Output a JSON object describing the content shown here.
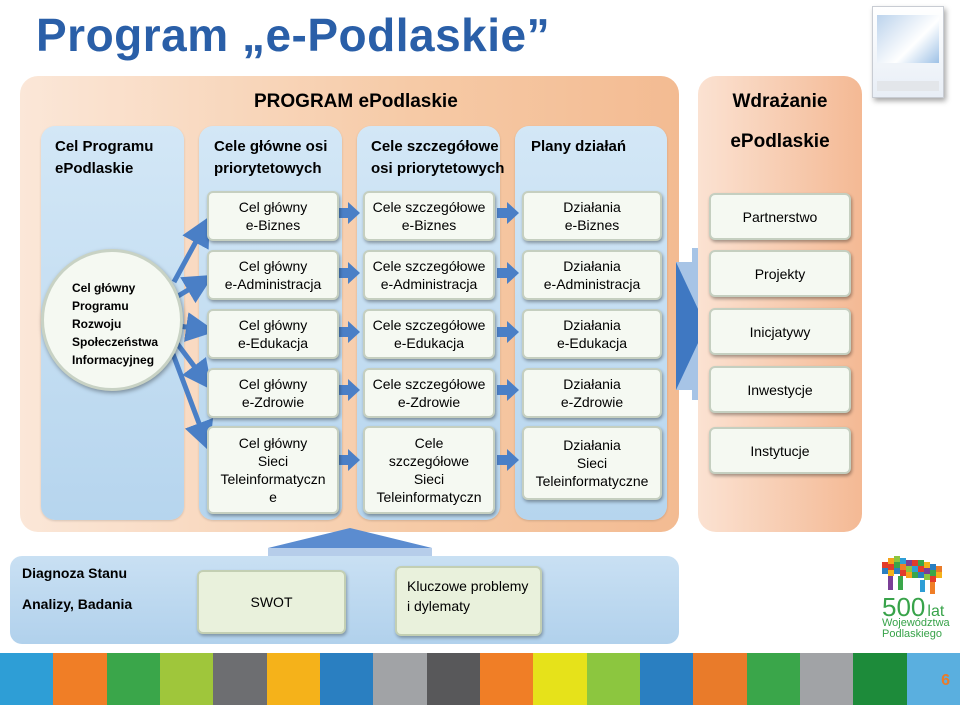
{
  "title": "Program „e-Podlaskie”",
  "program": {
    "header": "PROGRAM ePodlaskie",
    "col1_head": [
      "Cel Programu",
      "ePodlaskie"
    ],
    "col2_head": [
      "Cele główne osi",
      "priorytetowych"
    ],
    "col3_head": [
      "Cele szczegółowe",
      "osi priorytetowych"
    ],
    "col4_head": "Plany działań",
    "circle": [
      "Cel główny",
      "Programu",
      "Rozwoju",
      "Społeczeństwa",
      "Informacyjneg"
    ],
    "rows": [
      {
        "main": [
          "Cel główny",
          "e-Biznes"
        ],
        "detail": [
          "Cele szczegółowe",
          "e-Biznes"
        ],
        "action": [
          "Działania",
          "e-Biznes"
        ]
      },
      {
        "main": [
          "Cel główny",
          "e-Administracja"
        ],
        "detail": [
          "Cele szczegółowe",
          "e-Administracja"
        ],
        "action": [
          "Działania",
          "e-Administracja"
        ]
      },
      {
        "main": [
          "Cel główny",
          "e-Edukacja"
        ],
        "detail": [
          "Cele szczegółowe",
          "e-Edukacja"
        ],
        "action": [
          "Działania",
          "e-Edukacja"
        ]
      },
      {
        "main": [
          "Cel główny",
          "e-Zdrowie"
        ],
        "detail": [
          "Cele szczegółowe",
          "e-Zdrowie"
        ],
        "action": [
          "Działania",
          "e-Zdrowie"
        ]
      },
      {
        "main": [
          "Cel główny",
          "Sieci",
          "Teleinformatyczn",
          "e"
        ],
        "detail": [
          "Cele",
          "szczegółowe",
          "Sieci",
          "Teleinformatyczn"
        ],
        "action": [
          "Działania",
          "Sieci",
          "Teleinformatyczne"
        ]
      }
    ]
  },
  "implementation": {
    "head": [
      "Wdrażanie",
      "ePodlaskie"
    ],
    "items": [
      "Partnerstwo",
      "Projekty",
      "Inicjatywy",
      "Inwestycje",
      "Instytucje"
    ]
  },
  "bottom": {
    "labels": [
      "Diagnoza Stanu",
      "Analizy, Badania"
    ],
    "swot": "SWOT",
    "problems": [
      "Kluczowe problemy",
      "i dylematy"
    ]
  },
  "logo": {
    "number": "500",
    "suffix": "lat",
    "line1": "Województwa",
    "line2": "Podlaskiego"
  },
  "page_number": "6",
  "colors": {
    "title": "#2a5fa8",
    "arrow": "#4a7fc6",
    "page_number": "#e97b2a",
    "logo_green": "#38a34a"
  },
  "stripe_colors": [
    "#2e9ed6",
    "#f07e26",
    "#3aa64a",
    "#9fc63b",
    "#6d6e71",
    "#f5b21a",
    "#2a7fc1",
    "#a1a3a6",
    "#58585a",
    "#f07e26",
    "#e6e21a",
    "#8cc63f",
    "#2a7fc1",
    "#e97b2a",
    "#3aa64a",
    "#a1a3a6",
    "#1d8b3a",
    "#5aafdf"
  ]
}
